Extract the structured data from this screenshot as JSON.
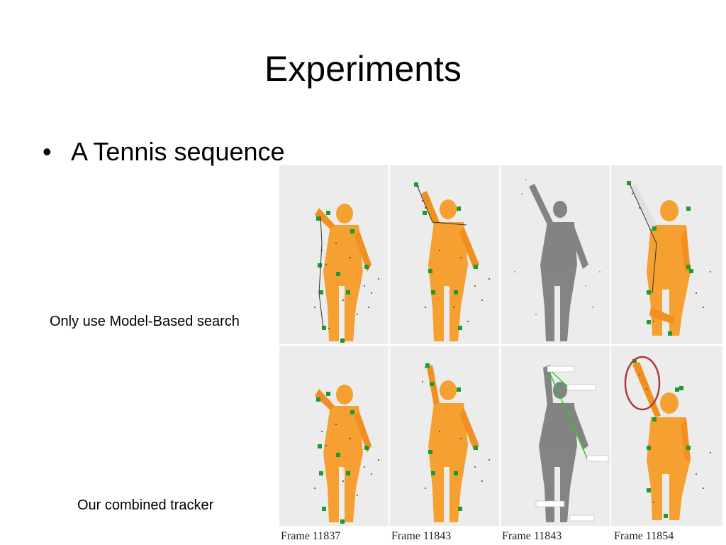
{
  "slide": {
    "title": "Experiments",
    "bullet": "A Tennis sequence",
    "row_labels": {
      "top": "Only use Model-Based search",
      "bottom": "Our combined tracker"
    },
    "frame_captions": [
      "Frame 11837",
      "Frame 11843",
      "Frame 11843",
      "Frame 11854"
    ]
  },
  "colors": {
    "body": "#f5a030",
    "marker": "#1e9a2e",
    "point_cloud": "#555555",
    "highlight_circle": "#b03a3a",
    "annotation_line": "#22cc22"
  }
}
